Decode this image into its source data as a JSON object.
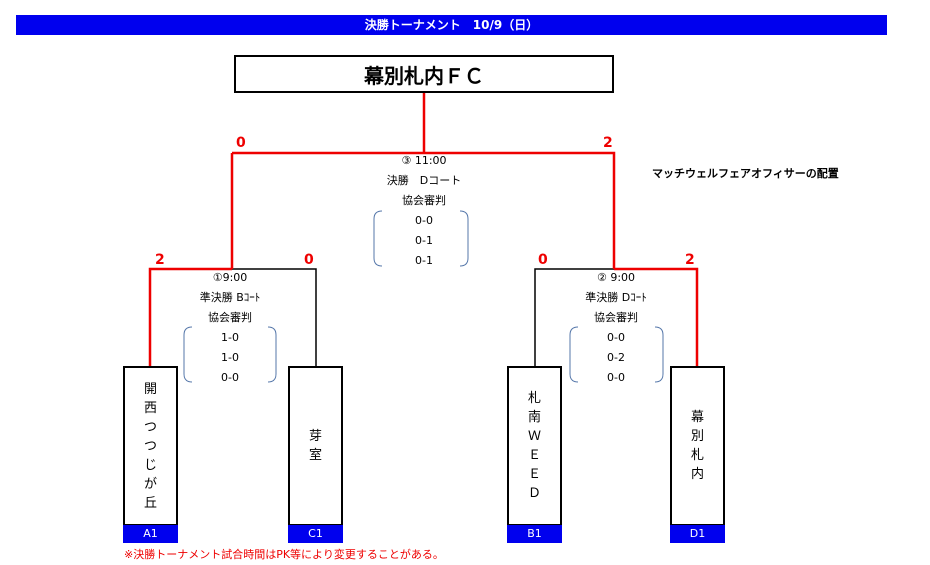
{
  "header": {
    "title": "決勝トーナメント　10/9（日）"
  },
  "winner": {
    "name": "幕別札内ＦＣ"
  },
  "final": {
    "time": "③ 11:00",
    "court": "決勝　Dコート",
    "referee": "協会審判",
    "officials": [
      "0-0",
      "0-1",
      "0-1"
    ],
    "score_left": "0",
    "score_right": "2"
  },
  "semi_left": {
    "time": "①9:00",
    "court": "準決勝 Bｺｰﾄ",
    "referee": "協会審判",
    "officials": [
      "1-0",
      "1-0",
      "0-0"
    ],
    "score_left": "2",
    "score_right": "0"
  },
  "semi_right": {
    "time": "② 9:00",
    "court": "準決勝 Dｺｰﾄ",
    "referee": "協会審判",
    "officials": [
      "0-0",
      "0-2",
      "0-0"
    ],
    "score_left": "0",
    "score_right": "2"
  },
  "teams": [
    {
      "name": "開西つつじが丘",
      "code": "A1"
    },
    {
      "name": "芽室",
      "code": "C1"
    },
    {
      "name": "札南ＷＥＥＤ",
      "code": "B1"
    },
    {
      "name": "幕別札内",
      "code": "D1"
    }
  ],
  "colors": {
    "winner_path": "#ee0000",
    "header_bg": "#0000ee",
    "bracket_gray": "#5577aa"
  },
  "side_note": "マッチウェルフェアオフィサーの配置",
  "footer_note": "※決勝トーナメント試合時間はPK等により変更することがある。"
}
